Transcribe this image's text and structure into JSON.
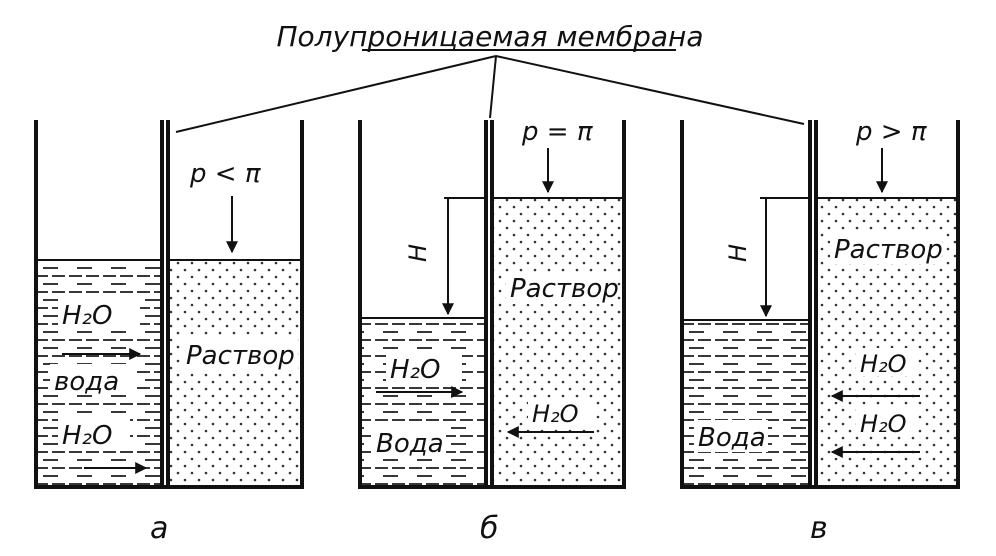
{
  "membrane_label": "Полупроницаемая мембрана",
  "panels": [
    {
      "letter": "а",
      "pressure": "p < π",
      "left_labels": [
        "H₂O",
        "вода",
        "H₂O"
      ],
      "right_labels": [
        "Раствор"
      ]
    },
    {
      "letter": "б",
      "pressure": "p = π",
      "height_label": "H",
      "left_labels": [
        "H₂O",
        "Вода"
      ],
      "right_labels": [
        "Раствор",
        "H₂O"
      ]
    },
    {
      "letter": "в",
      "pressure": "p > π",
      "height_label": "H",
      "left_labels": [
        "Вода"
      ],
      "right_labels": [
        "Раствор",
        "H₂O",
        "H₂O"
      ]
    }
  ]
}
